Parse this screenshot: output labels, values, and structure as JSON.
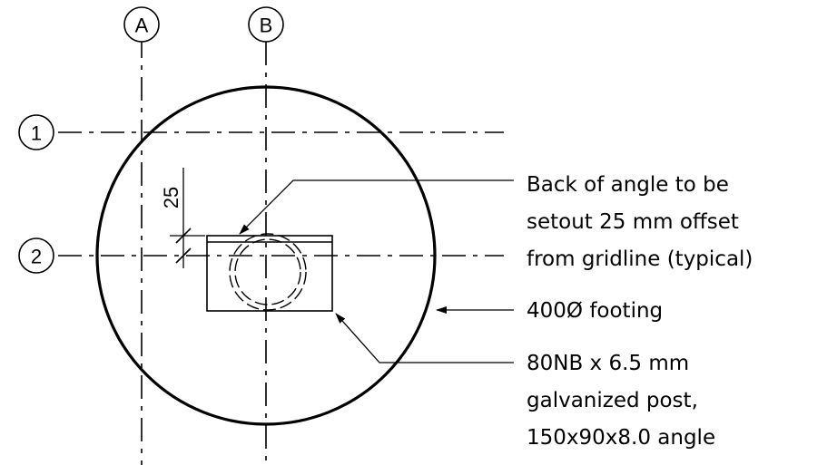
{
  "gridlines": {
    "columns": [
      "A",
      "B"
    ],
    "rows": [
      "1",
      "2"
    ]
  },
  "dimension": {
    "offset_value": "25"
  },
  "notes": {
    "angle_setout": [
      "Back of angle to be",
      "setout 25 mm offset",
      "from gridline (typical)"
    ],
    "footing": "400Ø footing",
    "post": [
      "80NB x 6.5 mm",
      "galvanized post,",
      "150x90x8.0 angle"
    ]
  }
}
